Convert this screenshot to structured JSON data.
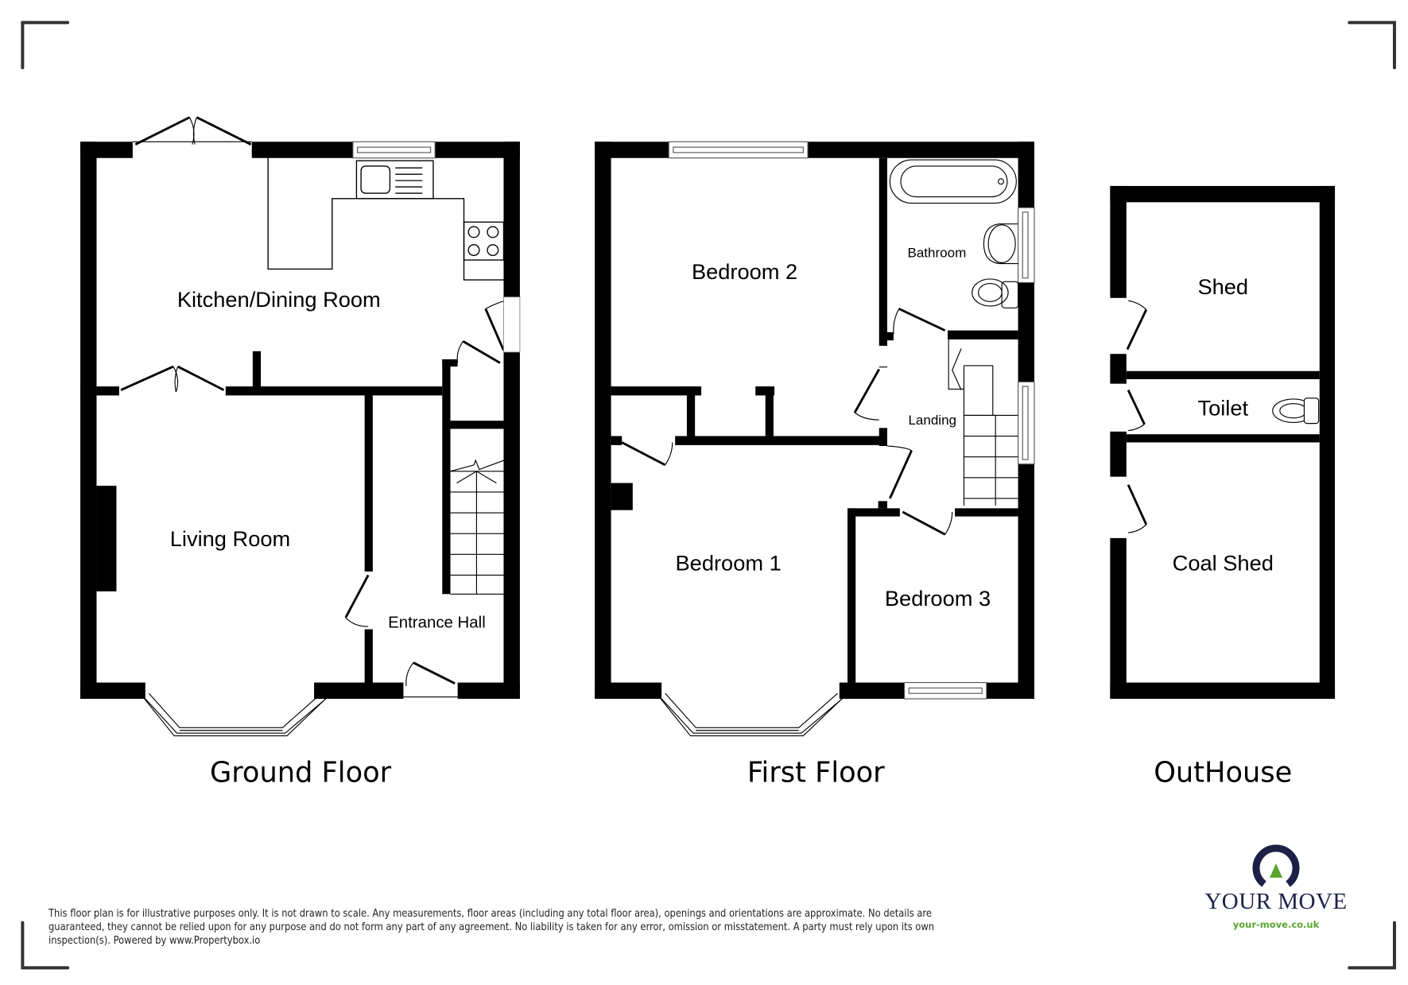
{
  "floors": [
    {
      "id": "ground",
      "title": "Ground Floor",
      "rooms": [
        {
          "name": "Kitchen/Dining Room"
        },
        {
          "name": "Living Room"
        },
        {
          "name": "Entrance Hall"
        }
      ]
    },
    {
      "id": "first",
      "title": "First Floor",
      "rooms": [
        {
          "name": "Bedroom 2"
        },
        {
          "name": "Bathroom"
        },
        {
          "name": "Landing"
        },
        {
          "name": "Bedroom 1"
        },
        {
          "name": "Bedroom 3"
        }
      ]
    },
    {
      "id": "outhouse",
      "title": "OutHouse",
      "rooms": [
        {
          "name": "Shed"
        },
        {
          "name": "Toilet"
        },
        {
          "name": "Coal Shed"
        }
      ]
    }
  ],
  "disclaimer": {
    "line1": "This floor plan is for illustrative purposes only. It is not drawn to scale. Any measurements, floor areas (including any total floor area), openings and orientations are approximate. No details are",
    "line2": "guaranteed, they cannot be relied upon for any purpose and do not form any part of any agreement. No liability is taken for any error, omission or misstatement. A party must rely upon its own",
    "line3": "inspection(s). Powered by www.Propertybox.io"
  },
  "logo": {
    "name": "YOUR MOVE",
    "url": "your-move.co.uk",
    "colors": {
      "navy": "#1c2147",
      "green": "#5aa532"
    }
  },
  "colors": {
    "wall": "#000000",
    "corner_marks": "#333333",
    "window_fill": "#ffffff"
  }
}
